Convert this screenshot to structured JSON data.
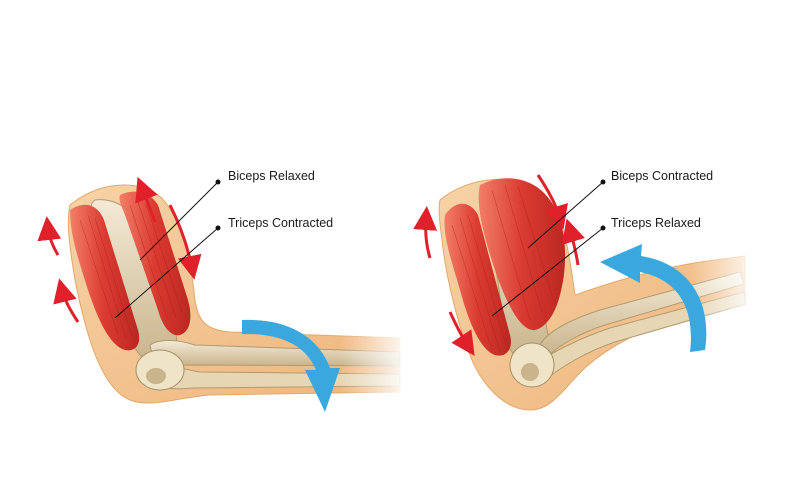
{
  "panels": [
    {
      "id": "extended-arm",
      "labels": [
        "Biceps Relaxed",
        "Triceps Contracted"
      ],
      "motion": "extension"
    },
    {
      "id": "flexed-arm",
      "labels": [
        "Biceps Contracted",
        "Triceps Relaxed"
      ],
      "motion": "flexion"
    }
  ],
  "colors": {
    "skin": "#f1c38f",
    "skin_edge": "#e3a86a",
    "muscle": "#d9332b",
    "muscle_light": "#f06b57",
    "bone": "#e9dcc0",
    "bone_shade": "#c9b48c",
    "red_arrow": "#e0202a",
    "blue_arrow": "#3aa8de",
    "leader_line": "#111111"
  },
  "icons": [
    "red-arrow-icon",
    "blue-arrow-icon",
    "bone-icon",
    "muscle-icon"
  ]
}
